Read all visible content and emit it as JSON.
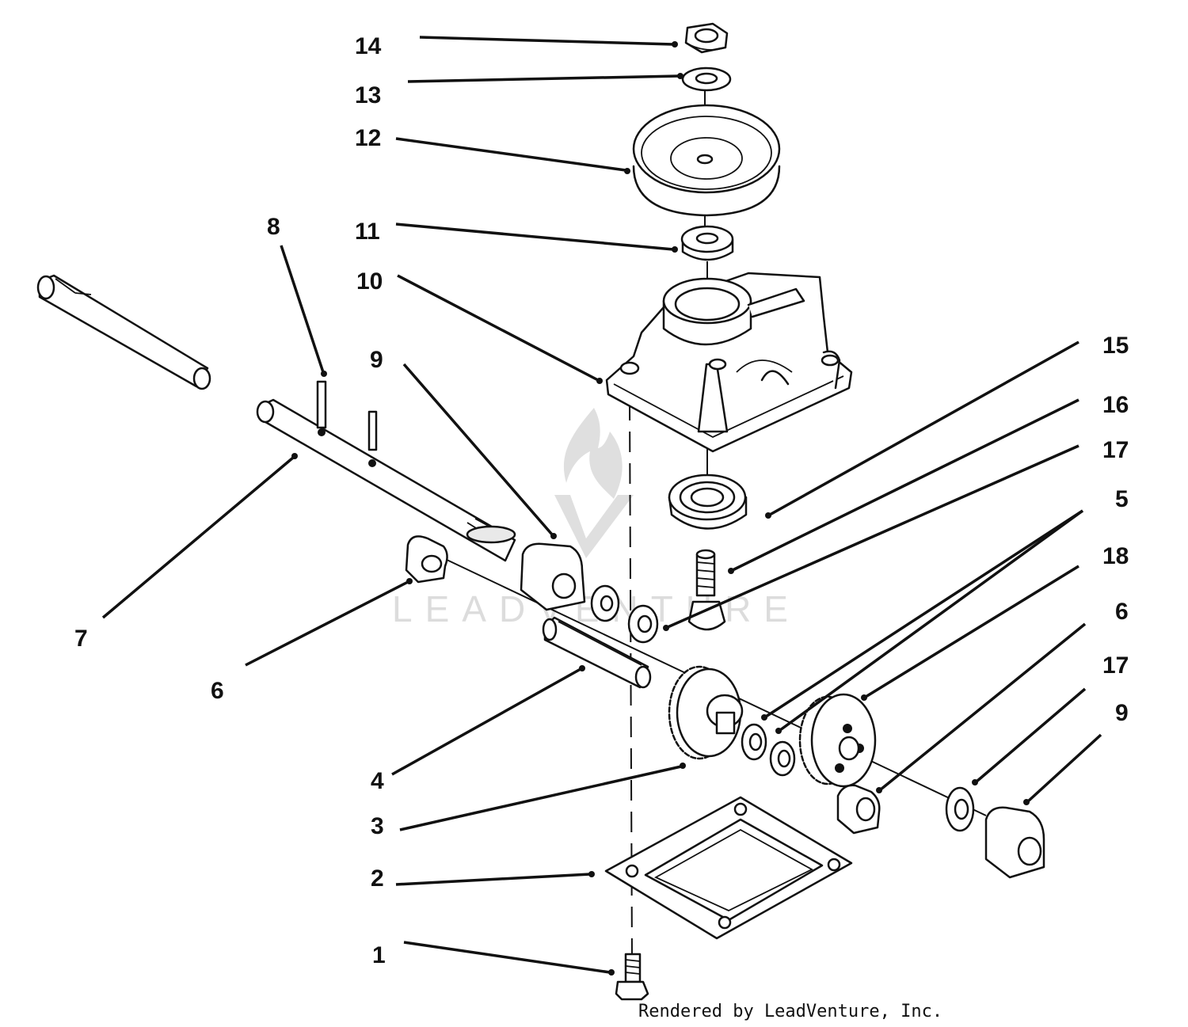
{
  "callouts": [
    {
      "id": "14",
      "label": "14"
    },
    {
      "id": "13",
      "label": "13"
    },
    {
      "id": "12",
      "label": "12"
    },
    {
      "id": "8",
      "label": "8"
    },
    {
      "id": "11",
      "label": "11"
    },
    {
      "id": "10",
      "label": "10"
    },
    {
      "id": "9a",
      "label": "9"
    },
    {
      "id": "15",
      "label": "15"
    },
    {
      "id": "16",
      "label": "16"
    },
    {
      "id": "17a",
      "label": "17"
    },
    {
      "id": "5",
      "label": "5"
    },
    {
      "id": "18",
      "label": "18"
    },
    {
      "id": "6a",
      "label": "6"
    },
    {
      "id": "7",
      "label": "7"
    },
    {
      "id": "6b",
      "label": "6"
    },
    {
      "id": "17b",
      "label": "17"
    },
    {
      "id": "9b",
      "label": "9"
    },
    {
      "id": "4",
      "label": "4"
    },
    {
      "id": "3",
      "label": "3"
    },
    {
      "id": "2",
      "label": "2"
    },
    {
      "id": "1",
      "label": "1"
    }
  ],
  "watermark": {
    "text": "LEADVENTURE"
  },
  "footer": {
    "text": "Rendered by LeadVenture, Inc."
  }
}
